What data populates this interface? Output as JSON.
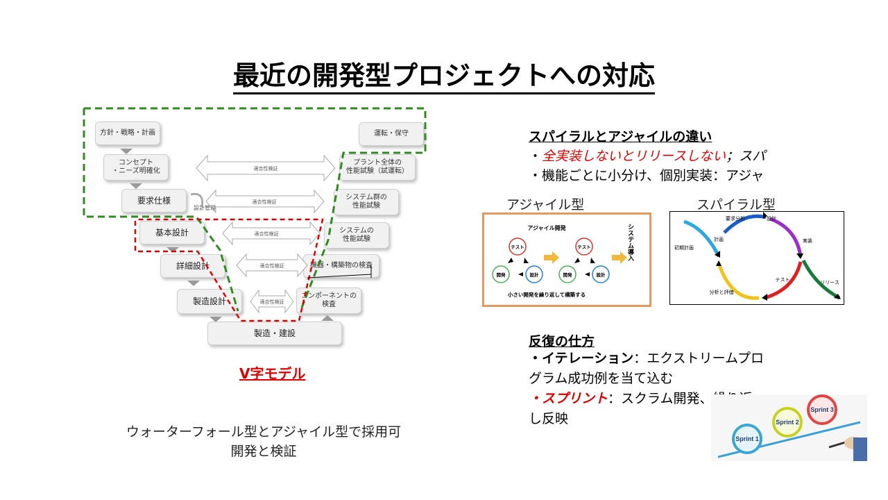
{
  "slide": {
    "title": "最近の開発型プロジェクトへの対応",
    "vmodel": {
      "caption": "V字モデル",
      "left": [
        "方針・戦略・計画",
        "コンセプト\n・ニーズ明確化",
        "要求仕様",
        "基本設計",
        "詳細設計",
        "製造設計"
      ],
      "bottom": "製造・建設",
      "right": [
        "運転・保守",
        "プラント全体の\n性能試験（試運転）",
        "システム群の\n性能試験",
        "システムの\n性能試験",
        "機器・構築物の検査",
        "コンポーネントの\n検査"
      ],
      "arrow_label": "適合性検証",
      "side_label": "設計管理"
    },
    "waterfall_note": {
      "line1": "ウォーターフォール型とアジャイル型で採用可",
      "line2": "開発と検証"
    },
    "diff": {
      "heading": "スパイラルとアジャイルの違い",
      "bullet1_prefix": "・",
      "bullet1_red": "全実装しないとリリースしない",
      "bullet1_suffix": "；スパ",
      "bullet2": "・機能ごとに小分け、個別実装：アジャ"
    },
    "agile": {
      "label": "アジャイル型",
      "title": "アジャイル開発",
      "test": "テスト",
      "dev": "開発",
      "design": "設計",
      "intro": "システム導入",
      "footer": "小さい開発を繰り返して構築する"
    },
    "spiral": {
      "label": "スパイラル型",
      "req": "要求分析",
      "design": "設計",
      "impl": "実装",
      "plan": "計画",
      "initial": "初期計画",
      "test": "テスト",
      "release": "リリース",
      "analysis": "分析と評価"
    },
    "iteration": {
      "heading": "反復の仕方",
      "item1_label": "・イテレーション",
      "item1_text": "：エクストリームプログラム成功例を当て込む",
      "item2_label": "・スプリント",
      "item2_text": "：スクラム開発、繰り返し反映"
    },
    "sprints": [
      "Sprint 1",
      "Sprint 2",
      "Sprint 3"
    ],
    "colors": {
      "red": "#e00000",
      "green_dash": "#2e8b1e",
      "orange_frame": "#e6995a"
    }
  }
}
